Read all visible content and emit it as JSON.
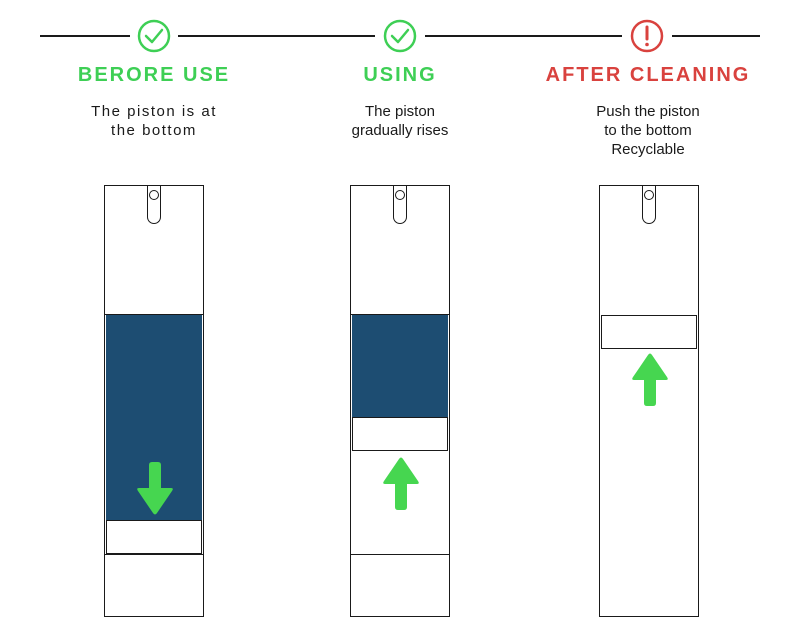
{
  "colors": {
    "ok_green": "#3ecf55",
    "alert_red": "#d9423e",
    "liquid_blue": "#1d4d72",
    "arrow_green": "#46d650"
  },
  "stages": [
    {
      "status_icon": "check-circle-icon",
      "title": "BERORE USE",
      "desc": [
        "The piston is at",
        "the bottom"
      ],
      "piston_arrow": "arrow-down-icon"
    },
    {
      "status_icon": "check-circle-icon",
      "title": "USING",
      "desc": [
        "The piston",
        "gradually rises"
      ],
      "piston_arrow": "arrow-up-icon"
    },
    {
      "status_icon": "exclamation-circle-icon",
      "title": "AFTER CLEANING",
      "desc": [
        "Push the piston",
        "to the bottom",
        "Recyclable"
      ],
      "piston_arrow": "arrow-up-icon"
    }
  ]
}
